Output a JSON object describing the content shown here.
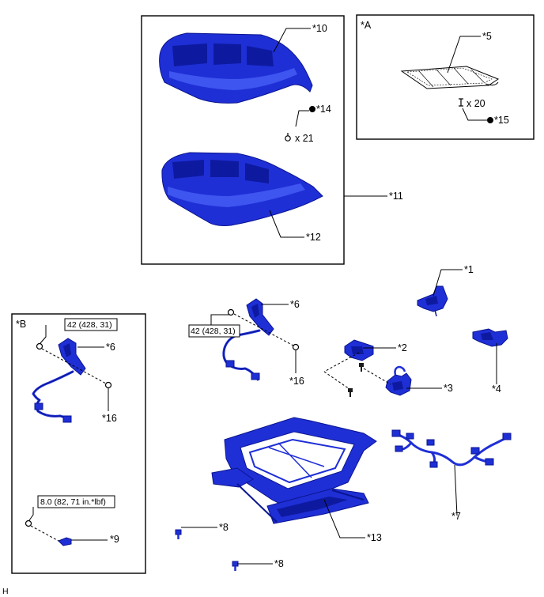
{
  "callouts": {
    "c1": "*1",
    "c2": "*2",
    "c3": "*3",
    "c4": "*4",
    "c5": "*5",
    "c6a": "*6",
    "c6b": "*6",
    "c7": "*7",
    "c8a": "*8",
    "c8b": "*8",
    "c9": "*9",
    "c10": "*10",
    "c11": "*11",
    "c12": "*12",
    "c13": "*13",
    "c14": "*14",
    "c15": "*15",
    "c16a": "*16",
    "c16b": "*16",
    "cA": "*A",
    "cB": "*B"
  },
  "quantities": {
    "q14": "x 21",
    "q15": "x 20"
  },
  "torque": {
    "t_main": "42 (428, 31)",
    "t_b6": "42 (428, 31)",
    "t_b9": "8.0 (82, 71 in.*lbf)"
  },
  "footer_code": "H",
  "colors": {
    "part": "#1f2fd6",
    "part_dark": "#0a1590",
    "line": "#000000"
  }
}
